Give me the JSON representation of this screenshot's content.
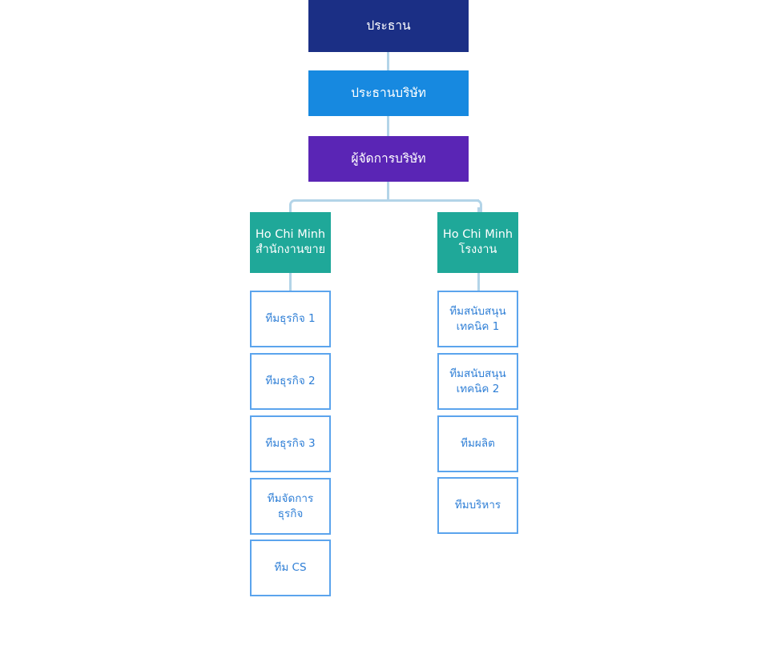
{
  "chart": {
    "type": "org-chart",
    "title": "",
    "background": "#ffffff",
    "colors": {
      "president": "#1b2f85",
      "company_president": "#1789e0",
      "company_manager": "#5a25b5",
      "branch": "#1fa899",
      "leaf_border": "#5ba4ed",
      "leaf_text": "#2f7fd6",
      "connector": "#b3d4e8",
      "solid_text": "#ffffff"
    },
    "levels": {
      "level1": {
        "id": "president",
        "label": "ประธาน",
        "fill": "#1b2f85",
        "text_color": "#ffffff"
      },
      "level2": {
        "id": "company-president",
        "label": "ประธานบริษัท",
        "fill": "#1789e0",
        "text_color": "#ffffff"
      },
      "level3": {
        "id": "company-manager",
        "label": "ผู้จัดการบริษัท",
        "fill": "#5a25b5",
        "text_color": "#ffffff"
      }
    },
    "branches": [
      {
        "id": "hcm-sales-office",
        "line1": "Ho Chi Minh",
        "line2": "สำนักงานขาย",
        "fill": "#1fa899",
        "text_color": "#ffffff",
        "teams": [
          {
            "id": "business-team-1",
            "label": "ทีมธุรกิจ 1"
          },
          {
            "id": "business-team-2",
            "label": "ทีมธุรกิจ 2"
          },
          {
            "id": "business-team-3",
            "label": "ทีมธุรกิจ 3"
          },
          {
            "id": "business-management-team",
            "line1": "ทีมจัดการ",
            "line2": "ธุรกิจ"
          },
          {
            "id": "cs-team",
            "label": "ทีม CS"
          }
        ]
      },
      {
        "id": "hcm-factory",
        "line1": "Ho Chi Minh",
        "line2": "โรงงาน",
        "fill": "#1fa899",
        "text_color": "#ffffff",
        "teams": [
          {
            "id": "technical-support-team-1",
            "line1": "ทีมสนับสนุน",
            "line2": "เทคนิค 1"
          },
          {
            "id": "technical-support-team-2",
            "line1": "ทีมสนับสนุน",
            "line2": "เทคนิค 2"
          },
          {
            "id": "production-team",
            "label": "ทีมผลิต"
          },
          {
            "id": "administration-team",
            "label": "ทีมบริหาร"
          }
        ]
      }
    ]
  }
}
